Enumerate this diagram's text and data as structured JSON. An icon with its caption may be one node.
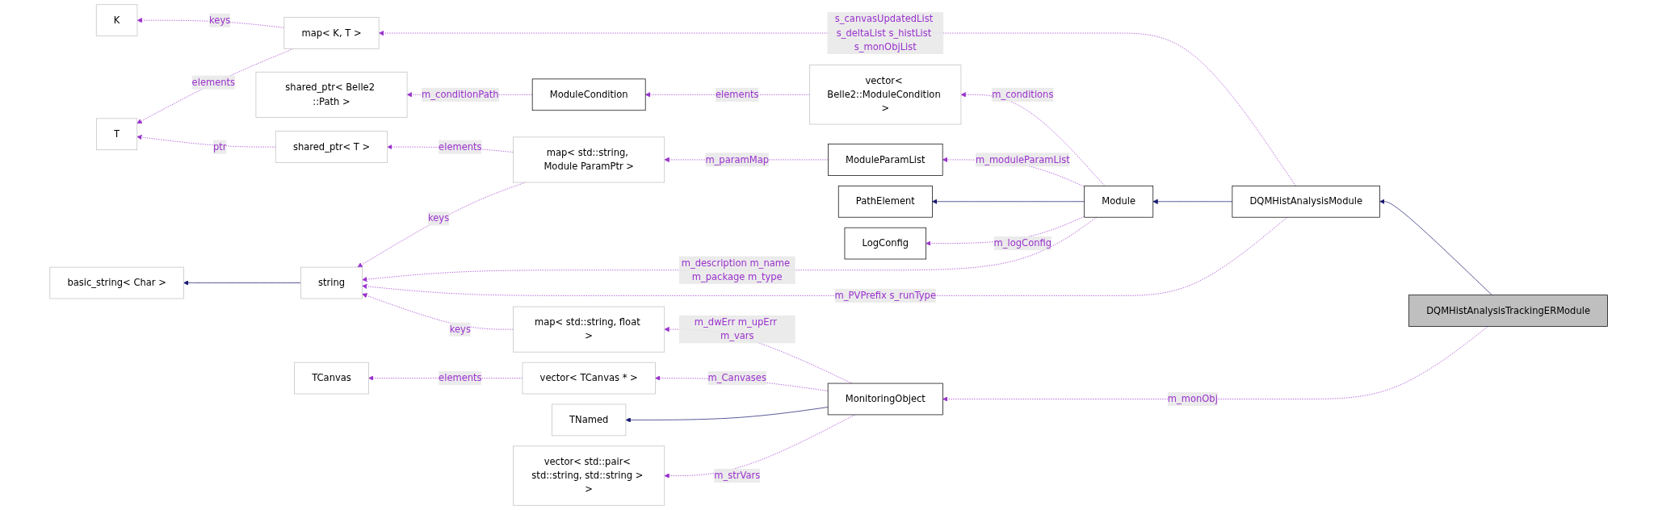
{
  "diagram": {
    "nodes": [
      {
        "text": [
          "K"
        ]
      },
      {
        "text": [
          "map< K, T >"
        ]
      },
      {
        "text": [
          "T"
        ]
      },
      {
        "text": [
          "shared_ptr< T >"
        ]
      },
      {
        "text": [
          "ModuleCondition"
        ]
      },
      {
        "text": [
          "vector< Belle2::ModuleCondition >"
        ]
      },
      {
        "text": [
          "shared_ptr< Belle2 ::Path >"
        ]
      },
      {
        "text": [
          "map< std::string, Module ParamPtr >"
        ]
      },
      {
        "text": [
          "ModuleParamList"
        ]
      },
      {
        "text": [
          "PathElement"
        ]
      },
      {
        "text": [
          "LogConfig"
        ]
      },
      {
        "text": [
          "Module"
        ]
      },
      {
        "text": [
          "basic_string< Char >"
        ]
      },
      {
        "text": [
          "string"
        ]
      },
      {
        "text": [
          "DQMHistAnalysisModule"
        ]
      },
      {
        "text": [
          "DQMHistAnalysisTrackingERModule"
        ]
      },
      {
        "text": [
          "map< std::string, float >"
        ]
      },
      {
        "text": [
          "TCanvas"
        ]
      },
      {
        "text": [
          "vector< TCanvas * >"
        ]
      },
      {
        "text": [
          "MonitoringObject"
        ]
      },
      {
        "text": [
          "TNamed"
        ]
      },
      {
        "text": [
          "vector< std::pair< std::string, std::string > >"
        ]
      }
    ],
    "edges": [
      {
        "from": 1,
        "to": 0,
        "arrow": "to",
        "label": "keys",
        "style": "dashed"
      },
      {
        "from": 1,
        "to": 2,
        "arrow": "to",
        "label": "elements",
        "style": "dashed"
      },
      {
        "from": 3,
        "to": 2,
        "arrow": "to",
        "label": "ptr",
        "style": "dashed"
      },
      {
        "from": 7,
        "to": 3,
        "arrow": "to",
        "label": "elements",
        "style": "dashed"
      },
      {
        "from": 4,
        "to": 6,
        "arrow": "to",
        "label": "m_conditionPath",
        "style": "dashed"
      },
      {
        "from": 5,
        "to": 4,
        "arrow": "to",
        "label": "elements",
        "style": "dashed"
      },
      {
        "from": 11,
        "to": 5,
        "arrow": "to",
        "label": "m_conditions",
        "style": "dashed"
      },
      {
        "from": 8,
        "to": 7,
        "arrow": "to",
        "label": "m_paramMap",
        "style": "dashed"
      },
      {
        "from": 11,
        "to": 8,
        "arrow": "to",
        "label": "m_moduleParamList",
        "style": "dashed"
      },
      {
        "from": 11,
        "to": 9,
        "arrow": "to",
        "color": "#191970"
      },
      {
        "from": 11,
        "to": 10,
        "arrow": "to",
        "label": "m_logConfig",
        "style": "dashed"
      },
      {
        "from": 7,
        "to": 13,
        "arrow": "to",
        "label": "keys",
        "style": "dashed"
      },
      {
        "from": 11,
        "to": 13,
        "arrow": "to",
        "label": "m_description m_name m_package m_type",
        "style": "dashed"
      },
      {
        "from": 14,
        "to": 1,
        "arrow": "to",
        "label": "s_canvasUpdatedList s_deltaList s_histList s_monObjList",
        "style": "dashed"
      },
      {
        "from": 14,
        "to": 11,
        "arrow": "to",
        "color": "#191970"
      },
      {
        "from": 14,
        "to": 13,
        "arrow": "to",
        "label": "m_PVPrefix s_runType",
        "style": "dashed"
      },
      {
        "from": 15,
        "to": 14,
        "arrow": "to",
        "color": "#191970"
      },
      {
        "from": 13,
        "to": 12,
        "arrow": "to",
        "color": "#191970"
      },
      {
        "from": 16,
        "to": 13,
        "arrow": "to",
        "label": "keys",
        "style": "dashed"
      },
      {
        "from": 19,
        "to": 16,
        "arrow": "to",
        "label": "m_dwErr m_upErr m_vars",
        "style": "dashed"
      },
      {
        "from": 18,
        "to": 17,
        "arrow": "to",
        "label": "elements",
        "style": "dashed"
      },
      {
        "from": 19,
        "to": 18,
        "arrow": "to",
        "label": "m_Canvases",
        "style": "dashed"
      },
      {
        "from": 19,
        "to": 20,
        "arrow": "to",
        "color": "#191970"
      },
      {
        "from": 19,
        "to": 21,
        "arrow": "to",
        "label": "m_strVars",
        "style": "dashed"
      },
      {
        "from": 15,
        "to": 19,
        "arrow": "to",
        "label": "m_monObj",
        "style": "dashed"
      }
    ]
  }
}
